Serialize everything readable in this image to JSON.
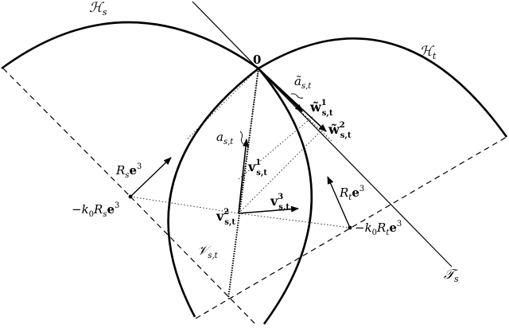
{
  "labels": {
    "H_s": "ℋ",
    "H_s_sub": "s",
    "H_t": "ℋ",
    "H_t_sub": "t",
    "zero": "0",
    "a_tilde": "ã",
    "a_tilde_sub": "s,t",
    "w1": "w̃",
    "w1_sub": "s,t",
    "w1_sup": "1",
    "w2": "w̃",
    "w2_sub": "s,t",
    "w2_sup": "2",
    "a_st": "a",
    "a_st_sub": "s,t",
    "v1": "v",
    "v1_sub": "s,t",
    "v1_sup": "1",
    "v2": "v",
    "v2_sub": "s,t",
    "v2_sup": "2",
    "v3": "v",
    "v3_sub": "s,t",
    "v3_sup": "3",
    "Rs": "R",
    "Rs_sub": "s",
    "Rs_e": "e",
    "Rs_sup": "3",
    "k0Rs_prefix": "−k",
    "k0Rs_k_sub": "0",
    "k0Rs_R": "R",
    "k0Rs_R_sub": "s",
    "k0Rs_e": "e",
    "k0Rs_sup": "3",
    "Rt": "R",
    "Rt_sub": "t",
    "Rt_e": "e",
    "Rt_sup": "3",
    "k0Rt_prefix": "−k",
    "k0Rt_k_sub": "0",
    "k0Rt_R": "R",
    "k0Rt_R_sub": "t",
    "k0Rt_e": "e",
    "k0Rt_sup": "3",
    "V_st": "𝒱",
    "V_st_sub": "s,t",
    "T_s": "𝒯",
    "T_s_sub": "s"
  }
}
